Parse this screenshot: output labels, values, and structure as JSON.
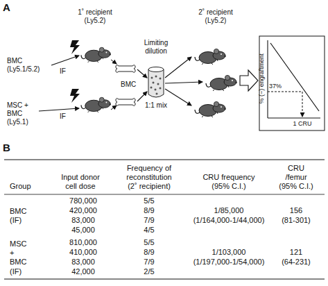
{
  "diagram": {
    "labels": [
      "A",
      "1˚ recipient (Ly5.2)",
      "Limiting dilution",
      "2˚ recipient (Ly5.2)",
      "BMC (Ly5.1/5.2)",
      "IF",
      "BMC",
      "1:1 mix",
      "% (−) engraftment",
      "37%",
      "1 CRU",
      "MSC + BMC (Ly5.1)",
      "IF",
      "B",
      "Group",
      "Input donor cell dose",
      "Frequency of reconstitution (2˚ recipient)",
      "CRU frequency (95% C.I.)",
      "CRU /femur (95% C.I.)",
      "BMC (IF)",
      "780,000",
      "420,000",
      "83,000",
      "45,000",
      "5/5",
      "8/9",
      "7/9",
      "4/5",
      "1/85,000",
      "(1/164,000-1/44,000)",
      "156",
      "(81-301)",
      "MSC + BMC (IF)",
      "810,000",
      "410,000",
      "83,000",
      "42,000",
      "5/5",
      "8/9",
      "7/9",
      "2/5",
      "1/103,000",
      "(1/197,000-1/54,000)",
      "121",
      "(64-231)"
    ]
  }
}
